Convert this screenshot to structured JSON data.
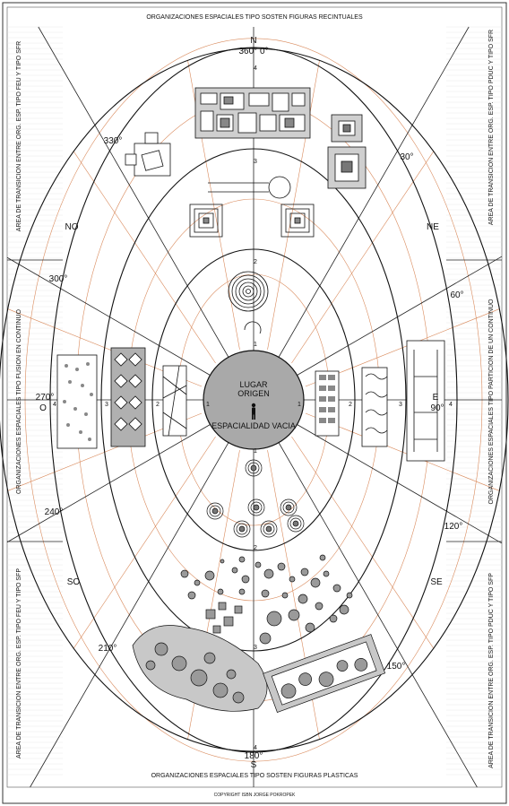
{
  "header": {
    "top_title": "ORGANIZACIONES ESPACIALES TIPO SOSTEN FIGURAS RECINTUALES",
    "bottom_title": "ORGANIZACIONES ESPACIALES TIPO SOSTEN FIGURAS PLASTICAS",
    "copyright": "COPYRIGHT ISBN JORGE POKROPEK"
  },
  "side_labels": {
    "left_top": "AREA DE TRANSICION ENTRE ORG. ESP. TIPO FEU Y TIPO SFR",
    "left_mid": "ORGANIZACIONES ESPACIALES TIPO FUSION EN CONTINUO",
    "left_bottom": "AREA DE TRANSICION ENTRE ORG. ESP. TIPO FEU Y TIPO SFP",
    "right_top": "AREA DE TRANSICION ENTRE ORG. ESP. TIPO PDUC Y TIPO SFR",
    "right_mid": "ORGANIZACIONES ESPACIALES TIPO PARTICION DE UN CONTINUO",
    "right_bottom": "AREA DE TRANSICION ENTRE ORG. ESP. TIPO PDUC Y TIPO SFP"
  },
  "center": {
    "line1": "LUGAR",
    "line2": "ORIGEN",
    "line3": "ESPACIALIDAD VACIA"
  },
  "compass": {
    "north": "N",
    "north_deg": "360° 0°",
    "south": "S",
    "south_deg": "180°",
    "east": "E",
    "east_deg": "90°",
    "west": "O",
    "west_deg": "270°",
    "ne": "NE",
    "no": "NO",
    "se": "SE",
    "so": "SO",
    "deg_30": "30°",
    "deg_60": "60°",
    "deg_120": "120°",
    "deg_150": "150°",
    "deg_210": "210°",
    "deg_240": "240°",
    "deg_300": "300°",
    "deg_330": "330°"
  },
  "ring_numbers": {
    "n1": "1",
    "n2": "2",
    "n3": "3",
    "n4": "4"
  },
  "colors": {
    "line": "#222222",
    "grid": "#d98a5c",
    "center_fill": "#a9a9a9",
    "shape_fill": "#9a9a9a"
  }
}
